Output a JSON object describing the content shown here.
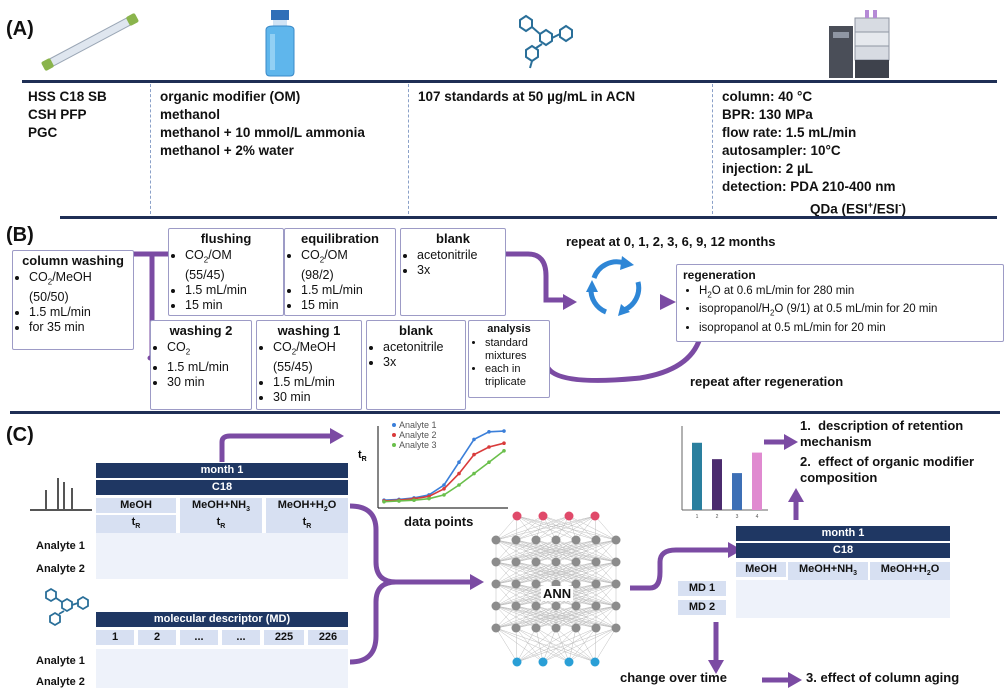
{
  "panels": {
    "a": "(A)",
    "b": "(B)",
    "c": "(C)"
  },
  "panel_a": {
    "icons": [
      "column-icon",
      "bottle-icon",
      "molecule-icon",
      "instrument-icon"
    ],
    "columns": [
      "HSS C18 SB",
      "CSH PFP",
      "PGC"
    ],
    "modifiers": [
      "organic modifier (OM)",
      "methanol",
      "methanol + 10 mmol/L ammonia",
      "methanol + 2% water"
    ],
    "standards": "107 standards at 50 µg/mL in ACN",
    "conditions": [
      "column: 40 °C",
      "BPR: 130 MPa",
      "flow rate: 1.5 mL/min",
      "autosampler: 10°C",
      "injection: 2 µL",
      "detection:  PDA 210-400 nm"
    ],
    "detection2_pre": "QDa (ESI",
    "detection2_mid": "/ESI",
    "detection2_post": ")",
    "sup_plus": "+",
    "sup_minus": "-"
  },
  "panel_b": {
    "column_washing": {
      "title": "column washing",
      "co2": "CO",
      "two": "2",
      "rest": "/MeOH",
      "ratio": "(50/50)",
      "flow": "1.5 mL/min",
      "time": "for 35 min"
    },
    "flushing": {
      "title": "flushing",
      "co2": "CO",
      "two": "2",
      "rest": "/OM",
      "ratio": "(55/45)",
      "flow": "1.5 mL/min",
      "time": "15 min"
    },
    "equilibration": {
      "title": "equilibration",
      "co2": "CO",
      "two": "2",
      "rest": "/OM",
      "ratio": "(98/2)",
      "flow": "1.5 mL/min",
      "time": "15 min"
    },
    "blank_top": {
      "title": "blank",
      "solvent": "acetonitrile",
      "reps": "3x"
    },
    "washing2": {
      "title": "washing 2",
      "co2": "CO",
      "two": "2",
      "flow": "1.5 mL/min",
      "time": "30 min"
    },
    "washing1": {
      "title": "washing 1",
      "co2": "CO",
      "two": "2",
      "rest": "/MeOH",
      "ratio": "(55/45)",
      "flow": "1.5 mL/min",
      "time": "30 min"
    },
    "blank_bottom": {
      "title": "blank",
      "solvent": "acetonitrile",
      "reps": "3x"
    },
    "analysis": {
      "title": "analysis",
      "item1": "standard mixtures",
      "item2": "each in triplicate"
    },
    "repeat_months": "repeat at 0, 1, 2, 3, 6, 9, 12 months",
    "regeneration": {
      "title": "regeneration",
      "items": [
        {
          "pre": "H",
          "sub": "2",
          "post": "O at 0.6 mL/min for 280 min"
        },
        {
          "pre": "isopropanol/H",
          "sub": "2",
          "post": "O (9/1) at 0.5 mL/min for 20 min"
        },
        {
          "pre": "isopropanol at 0.5 mL/min for 20 min",
          "sub": "",
          "post": ""
        }
      ]
    },
    "repeat_after": "repeat after regeneration"
  },
  "panel_c": {
    "table1": {
      "month": "month 1",
      "column": "C18",
      "headers": [
        "MeOH",
        "MeOH+NH",
        "MeOH+H",
        "O"
      ],
      "nh_sub": "3",
      "h_sub": "2",
      "tr": "t",
      "tr_sub": "R",
      "rows": [
        "Analyte 1",
        "Analyte 2"
      ]
    },
    "table2": {
      "title": "molecular descriptor (MD)",
      "headers": [
        "1",
        "2",
        "...",
        "...",
        "225",
        "226"
      ],
      "rows": [
        "Analyte 1",
        "Analyte 2"
      ]
    },
    "ann_label": "ANN",
    "data_points_label": "data points",
    "change_over_time": "change over time",
    "table3": {
      "month": "month 1",
      "column": "C18",
      "headers": [
        "MeOH",
        "MeOH+NH",
        "MeOH+H",
        "O"
      ],
      "nh_sub": "3",
      "h_sub": "2",
      "rows": [
        "MD 1",
        "MD 2"
      ]
    },
    "outcomes": [
      {
        "num": "1.",
        "text": "description of retention mechanism"
      },
      {
        "num": "2.",
        "text": "effect of organic modifier composition"
      },
      {
        "num": "3.",
        "text": "effect of column aging"
      }
    ],
    "colors": {
      "purple": "#7b4ba3",
      "navy": "#1f3763",
      "lightblue": "#d7e0f2"
    }
  },
  "chart_data": [
    {
      "type": "line",
      "ylabel": "t",
      "ylabel_sub": "R",
      "xlabel": "data points",
      "x": [
        1,
        2,
        3,
        4,
        5,
        6,
        7,
        8,
        9
      ],
      "series": [
        {
          "name": "Analyte 1",
          "color": "#3b7fd9",
          "values": [
            0.05,
            0.06,
            0.08,
            0.12,
            0.25,
            0.55,
            0.85,
            0.95,
            0.96
          ]
        },
        {
          "name": "Analyte 2",
          "color": "#d93b3b",
          "values": [
            0.04,
            0.05,
            0.07,
            0.1,
            0.2,
            0.4,
            0.65,
            0.75,
            0.8
          ]
        },
        {
          "name": "Analyte 3",
          "color": "#6abf4b",
          "values": [
            0.03,
            0.04,
            0.05,
            0.07,
            0.12,
            0.25,
            0.4,
            0.55,
            0.7
          ]
        }
      ]
    },
    {
      "type": "bar",
      "categories": [
        "1",
        "2",
        "3",
        "4"
      ],
      "values": [
        0.82,
        0.62,
        0.45,
        0.7
      ],
      "colors": [
        "#2a7f9e",
        "#4b2b6e",
        "#3d6fb5",
        "#e08ad0"
      ]
    }
  ]
}
